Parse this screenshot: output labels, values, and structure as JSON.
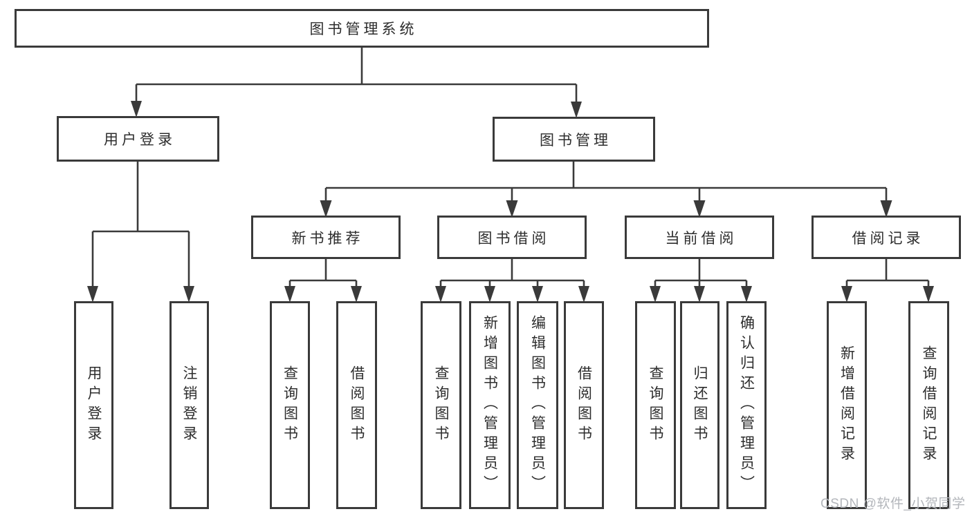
{
  "diagram": {
    "root": "图书管理系统",
    "level2": {
      "user_login": "用户登录",
      "book_management": "图书管理"
    },
    "level3": {
      "new_books": "新书推荐",
      "book_borrowing": "图书借阅",
      "current_borrowing": "当前借阅",
      "borrow_records": "借阅记录"
    },
    "leaves": {
      "user_login": [
        "用户登录",
        "注销登录"
      ],
      "new_books": [
        "查询图书",
        "借阅图书"
      ],
      "book_borrowing": [
        "查询图书",
        "新增图书（管理员）",
        "编辑图书（管理员）",
        "借阅图书"
      ],
      "current_borrowing": [
        "查询图书",
        "归还图书",
        "确认归还（管理员）"
      ],
      "borrow_records": [
        "新增借阅记录",
        "查询借阅记录"
      ]
    }
  },
  "watermark": {
    "text": "CSDN @软件_小贺同学"
  },
  "colors": {
    "line": "#3a3a3a",
    "box_border": "#3a3a3a",
    "text": "#2d2d2d",
    "background": "#ffffff",
    "watermark": "#b3b6bb"
  }
}
